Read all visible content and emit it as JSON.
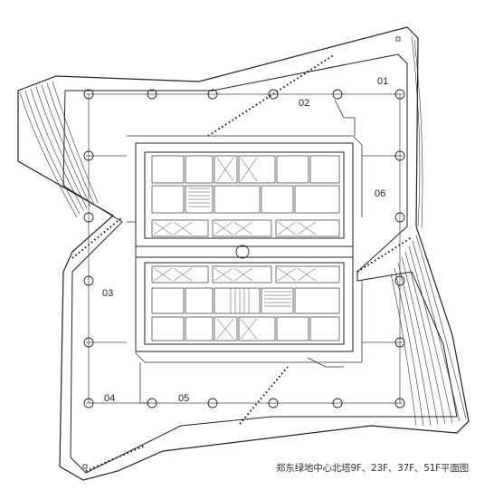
{
  "zones": [
    "01",
    "02",
    "03",
    "04",
    "05",
    "06"
  ],
  "caption": "郑东绿地中心北塔9F、23F、37F、51F平面图"
}
